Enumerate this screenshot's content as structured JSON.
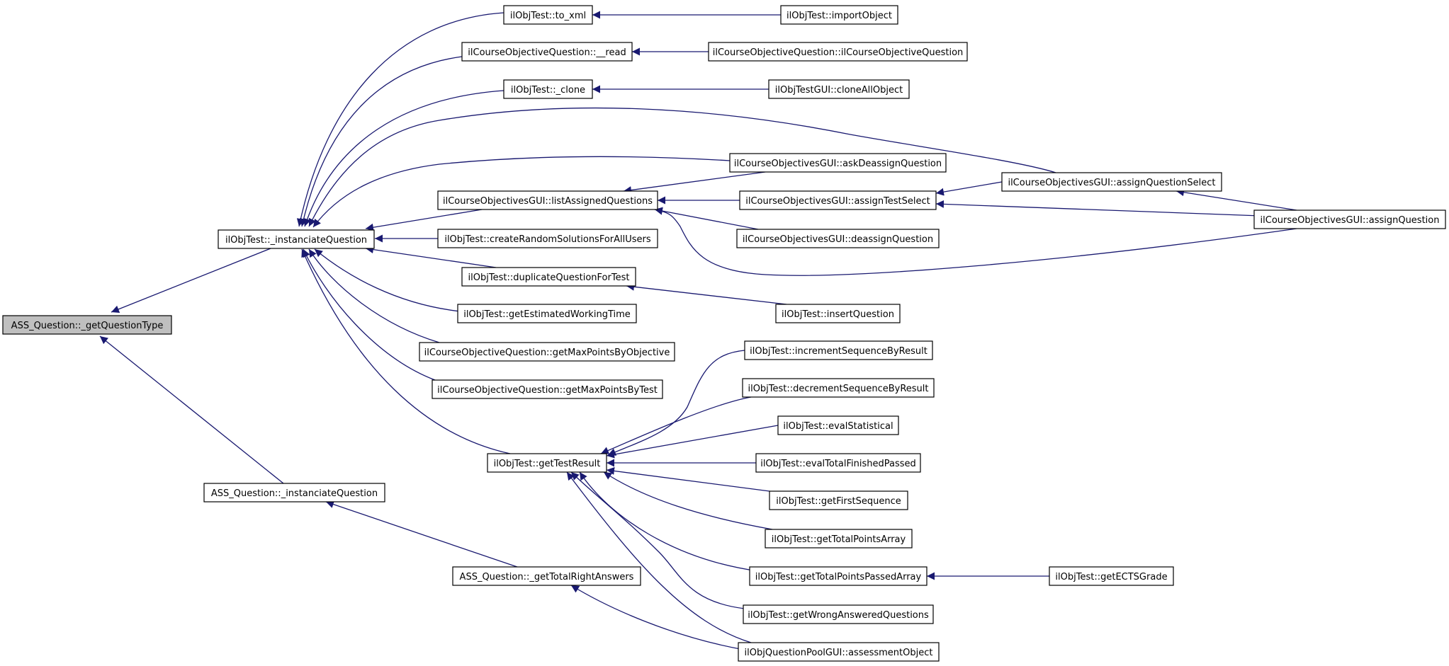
{
  "graph": {
    "nodes": [
      {
        "id": "n_getQuestionType",
        "label": "ASS_Question::_getQuestionType",
        "focus": true
      },
      {
        "id": "n_instQ",
        "label": "ilObjTest::_instanciateQuestion"
      },
      {
        "id": "n_assInstQ",
        "label": "ASS_Question::_instanciateQuestion"
      },
      {
        "id": "n_toXml",
        "label": "ilObjTest::to_xml"
      },
      {
        "id": "n_coRead",
        "label": "ilCourseObjectiveQuestion::__read"
      },
      {
        "id": "n_clone",
        "label": "ilObjTest::_clone"
      },
      {
        "id": "n_listAssigned",
        "label": "ilCourseObjectivesGUI::listAssignedQuestions"
      },
      {
        "id": "n_createRandom",
        "label": "ilObjTest::createRandomSolutionsForAllUsers"
      },
      {
        "id": "n_dupQuestion",
        "label": "ilObjTest::duplicateQuestionForTest"
      },
      {
        "id": "n_estWorking",
        "label": "ilObjTest::getEstimatedWorkingTime"
      },
      {
        "id": "n_maxByObj",
        "label": "ilCourseObjectiveQuestion::getMaxPointsByObjective"
      },
      {
        "id": "n_maxByTest",
        "label": "ilCourseObjectiveQuestion::getMaxPointsByTest"
      },
      {
        "id": "n_testResult",
        "label": "ilObjTest::getTestResult"
      },
      {
        "id": "n_totalRight",
        "label": "ASS_Question::_getTotalRightAnswers"
      },
      {
        "id": "n_importObj",
        "label": "ilObjTest::importObject"
      },
      {
        "id": "n_coCtor",
        "label": "ilCourseObjectiveQuestion::ilCourseObjectiveQuestion"
      },
      {
        "id": "n_cloneAll",
        "label": "ilObjTestGUI::cloneAllObject"
      },
      {
        "id": "n_askDeassign",
        "label": "ilCourseObjectivesGUI::askDeassignQuestion"
      },
      {
        "id": "n_assignTestSel",
        "label": "ilCourseObjectivesGUI::assignTestSelect"
      },
      {
        "id": "n_deassign",
        "label": "ilCourseObjectivesGUI::deassignQuestion"
      },
      {
        "id": "n_insertQ",
        "label": "ilObjTest::insertQuestion"
      },
      {
        "id": "n_incSeq",
        "label": "ilObjTest::incrementSequenceByResult"
      },
      {
        "id": "n_decSeq",
        "label": "ilObjTest::decrementSequenceByResult"
      },
      {
        "id": "n_evalStat",
        "label": "ilObjTest::evalStatistical"
      },
      {
        "id": "n_evalTotal",
        "label": "ilObjTest::evalTotalFinishedPassed"
      },
      {
        "id": "n_firstSeq",
        "label": "ilObjTest::getFirstSequence"
      },
      {
        "id": "n_totalPts",
        "label": "ilObjTest::getTotalPointsArray"
      },
      {
        "id": "n_totalPtsPassed",
        "label": "ilObjTest::getTotalPointsPassedArray"
      },
      {
        "id": "n_wrongAns",
        "label": "ilObjTest::getWrongAnsweredQuestions"
      },
      {
        "id": "n_assessObj",
        "label": "ilObjQuestionPoolGUI::assessmentObject"
      },
      {
        "id": "n_assignQSel",
        "label": "ilCourseObjectivesGUI::assignQuestionSelect"
      },
      {
        "id": "n_assignQ",
        "label": "ilCourseObjectivesGUI::assignQuestion"
      },
      {
        "id": "n_ectsGrade",
        "label": "ilObjTest::getECTSGrade"
      }
    ],
    "edges": [
      {
        "from": "n_instQ",
        "to": "n_getQuestionType"
      },
      {
        "from": "n_assInstQ",
        "to": "n_getQuestionType"
      },
      {
        "from": "n_toXml",
        "to": "n_instQ"
      },
      {
        "from": "n_coRead",
        "to": "n_instQ"
      },
      {
        "from": "n_clone",
        "to": "n_instQ"
      },
      {
        "from": "n_assignQSel",
        "to": "n_instQ"
      },
      {
        "from": "n_askDeassign",
        "to": "n_instQ"
      },
      {
        "from": "n_listAssigned",
        "to": "n_instQ"
      },
      {
        "from": "n_createRandom",
        "to": "n_instQ"
      },
      {
        "from": "n_dupQuestion",
        "to": "n_instQ"
      },
      {
        "from": "n_estWorking",
        "to": "n_instQ"
      },
      {
        "from": "n_maxByObj",
        "to": "n_instQ"
      },
      {
        "from": "n_maxByTest",
        "to": "n_instQ"
      },
      {
        "from": "n_testResult",
        "to": "n_instQ"
      },
      {
        "from": "n_totalRight",
        "to": "n_assInstQ"
      },
      {
        "from": "n_importObj",
        "to": "n_toXml"
      },
      {
        "from": "n_coCtor",
        "to": "n_coRead"
      },
      {
        "from": "n_cloneAll",
        "to": "n_clone"
      },
      {
        "from": "n_askDeassign",
        "to": "n_listAssigned"
      },
      {
        "from": "n_assignTestSel",
        "to": "n_listAssigned"
      },
      {
        "from": "n_deassign",
        "to": "n_listAssigned"
      },
      {
        "from": "n_assignQ",
        "to": "n_listAssigned"
      },
      {
        "from": "n_insertQ",
        "to": "n_dupQuestion"
      },
      {
        "from": "n_incSeq",
        "to": "n_testResult"
      },
      {
        "from": "n_decSeq",
        "to": "n_testResult"
      },
      {
        "from": "n_evalStat",
        "to": "n_testResult"
      },
      {
        "from": "n_evalTotal",
        "to": "n_testResult"
      },
      {
        "from": "n_firstSeq",
        "to": "n_testResult"
      },
      {
        "from": "n_totalPts",
        "to": "n_testResult"
      },
      {
        "from": "n_totalPtsPassed",
        "to": "n_testResult"
      },
      {
        "from": "n_wrongAns",
        "to": "n_testResult"
      },
      {
        "from": "n_assessObj",
        "to": "n_testResult"
      },
      {
        "from": "n_assessObj",
        "to": "n_totalRight"
      },
      {
        "from": "n_assignQSel",
        "to": "n_assignTestSel"
      },
      {
        "from": "n_assignQ",
        "to": "n_assignTestSel"
      },
      {
        "from": "n_assignQ",
        "to": "n_assignQSel"
      },
      {
        "from": "n_ectsGrade",
        "to": "n_totalPtsPassed"
      }
    ]
  }
}
